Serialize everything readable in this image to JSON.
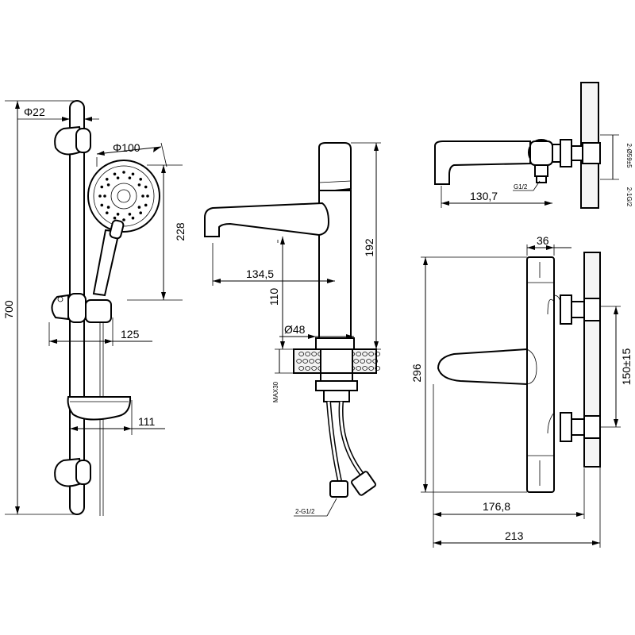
{
  "dimensions": {
    "rail_height": "700",
    "rail_diameter": "Φ22",
    "head_diameter": "Φ100",
    "head_drop": "228",
    "holder_reach": "125",
    "dish_reach": "111",
    "spout_reach": "134,5",
    "basin_mixer_height": "192",
    "spout_height": "110",
    "base_diameter": "Ø48",
    "max_thickness": "MAX30",
    "hose_thread": "2-G1/2",
    "bath_spout_reach": "130,7",
    "bath_outlet_thread": "G1/2",
    "bath_center_range": "2-Ø59±5",
    "bath_inlet_thread": "2-1G/2",
    "thermo_body_depth": "36",
    "thermo_height": "296",
    "thermo_inlet_spacing": "150±15",
    "thermo_lever_reach": "176,8",
    "thermo_total_depth": "213"
  }
}
